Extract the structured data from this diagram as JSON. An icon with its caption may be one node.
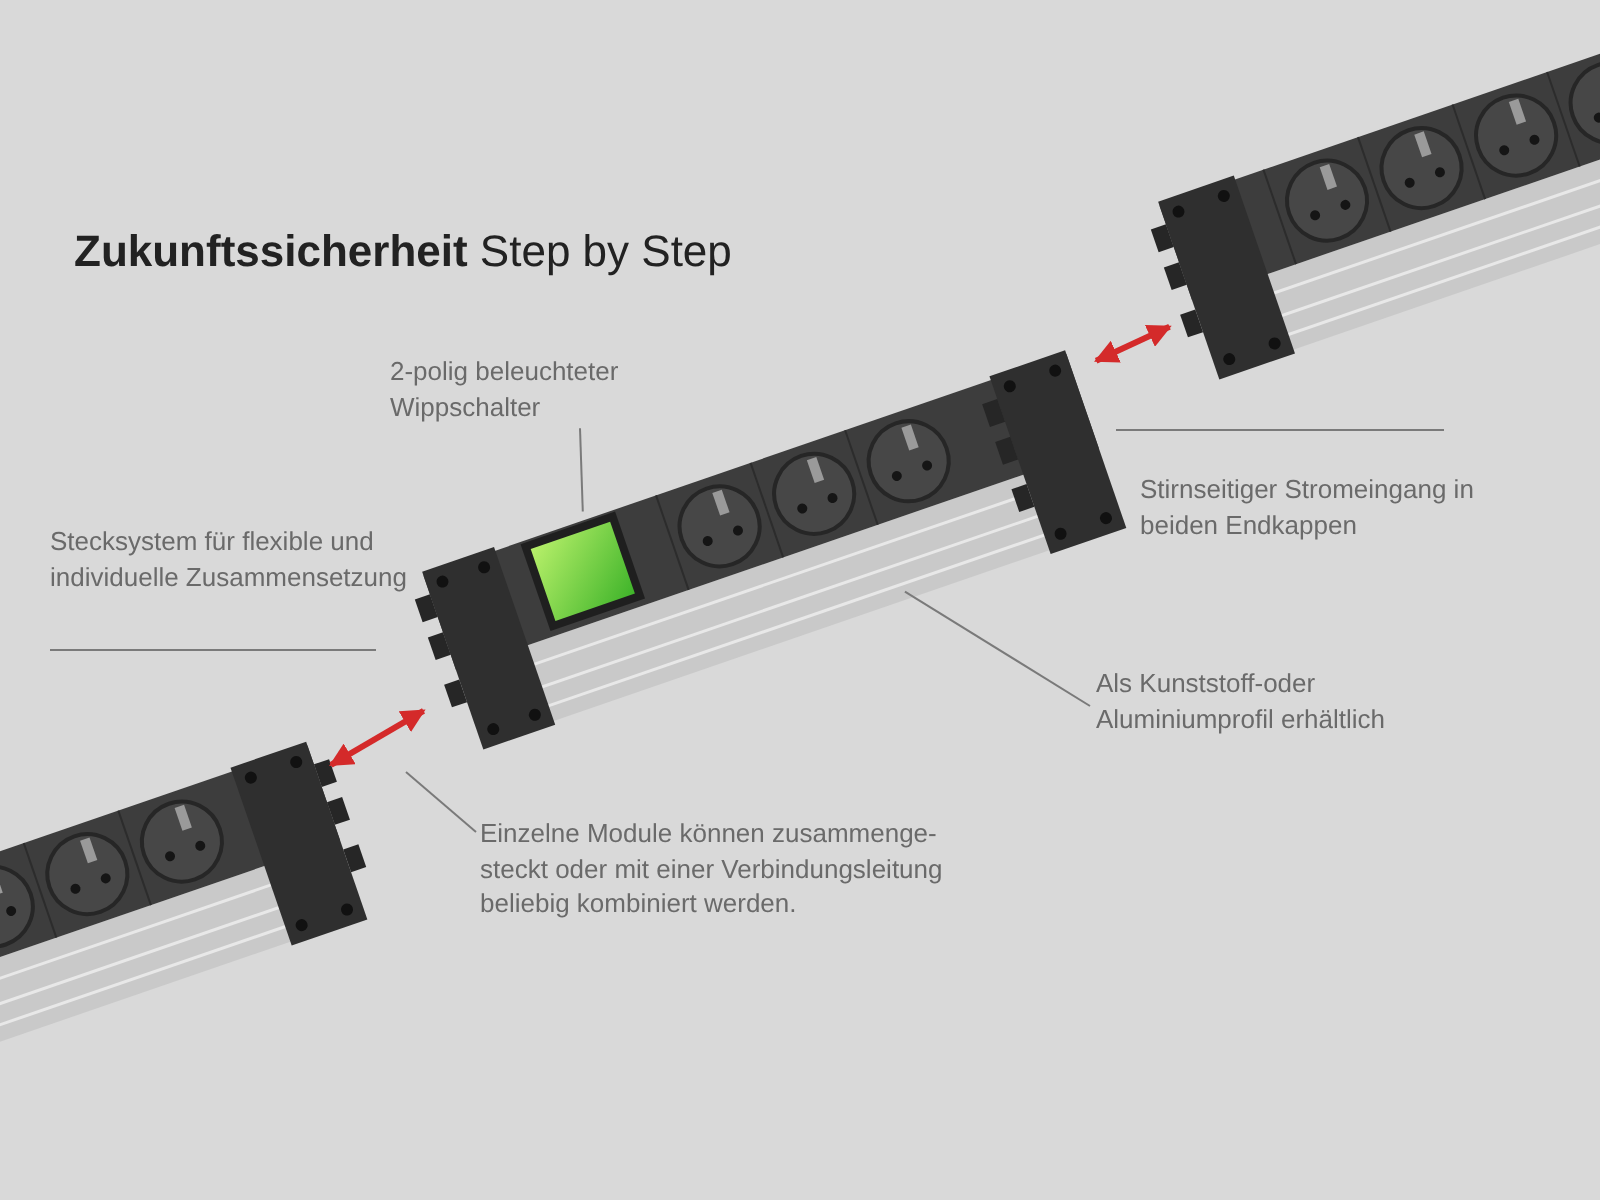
{
  "diagram": {
    "title": "**Zukunftssicherheit** Step by Step",
    "nodes": [
      {
        "text": [],
        "shape": "picture"
      },
      {
        "text": [],
        "shape": "picture"
      },
      {
        "text": [],
        "shape": "box",
        "in": 1
      },
      {
        "text": [],
        "shape": "picture"
      },
      {
        "text": [
          "2-polig beleuchteter Wippschalter"
        ]
      },
      {
        "text": [
          "Einzelne Module können zusammenge- steckt oder mit einer Verbindungsleitung beliebig kombiniert werden."
        ]
      },
      {
        "text": [
          "Als Kunststoff-oder Aluminiumprofil erhältlich"
        ]
      }
    ],
    "edges": [
      {
        "from": 0,
        "to": 1,
        "arrow": "both",
        "style": "thick",
        "color": "#d42a2a"
      },
      {
        "from": 1,
        "to": 3,
        "arrow": "both",
        "style": "thick",
        "color": "#d42a2a"
      },
      {
        "from": 4,
        "to": 2,
        "arrow": "none"
      },
      {
        "from": 5,
        "to": null,
        "arrow": "none"
      },
      {
        "from": 6,
        "to": 1,
        "arrow": "none"
      }
    ],
    "labels": [
      "Stecksystem für flexible und individuelle Zusammensetzung",
      "Stirnseitiger Stromeingang in beiden Endkappen"
    ]
  }
}
